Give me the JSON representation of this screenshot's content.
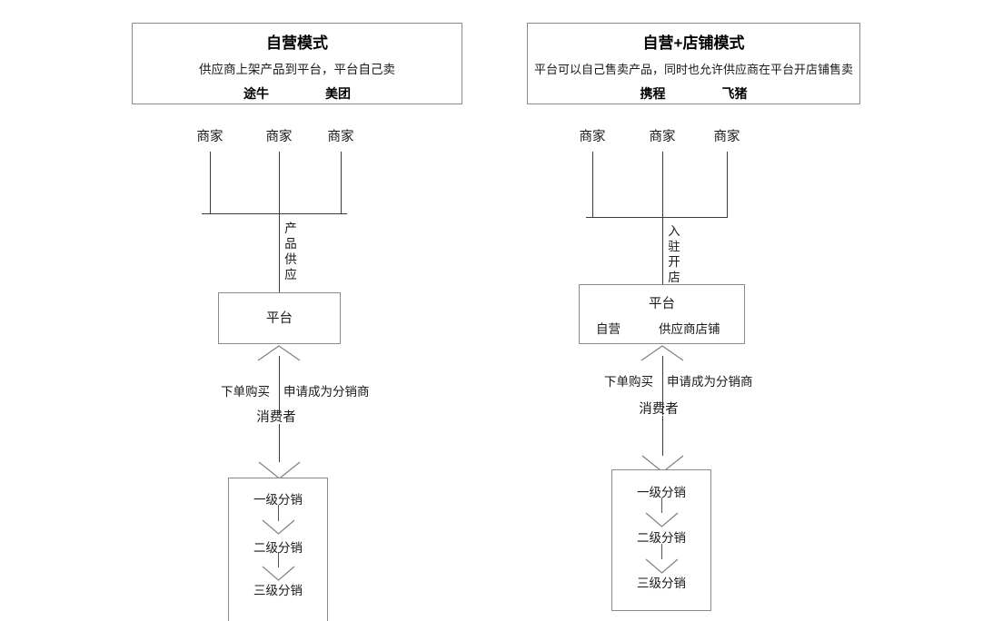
{
  "diagram": {
    "title_hidden": "电商模式对比流程图",
    "columns": [
      {
        "id": "self-operated",
        "header": {
          "title": "自营模式",
          "description": "供应商上架产品到平台，平台自己卖",
          "brands": [
            "途牛",
            "美团"
          ]
        },
        "merchants": [
          "商家",
          "商家",
          "商家"
        ],
        "merchant_flow_label": "产品供应",
        "platform": {
          "title": "平台",
          "subitems": []
        },
        "consumer_labels": {
          "left": "下单购买",
          "right": "申请成为分销商"
        },
        "consumer": "消费者",
        "distribution": [
          "一级分销",
          "二级分销",
          "三级分销"
        ]
      },
      {
        "id": "self-plus-shop",
        "header": {
          "title": "自营+店铺模式",
          "description": "平台可以自己售卖产品，同时也允许供应商在平台开店铺售卖",
          "brands": [
            "携程",
            "飞猪"
          ]
        },
        "merchants": [
          "商家",
          "商家",
          "商家"
        ],
        "merchant_flow_label": "入驻开店",
        "platform": {
          "title": "平台",
          "subitems": [
            "自营",
            "供应商店铺"
          ]
        },
        "consumer_labels": {
          "left": "下单购买",
          "right": "申请成为分销商"
        },
        "consumer": "消费者",
        "distribution": [
          "一级分销",
          "二级分销",
          "三级分销"
        ]
      }
    ],
    "colors": {
      "border": "#8a8a8a",
      "line": "#3a3a3a",
      "arrow": "#808080",
      "text": "#1a1a1a",
      "background": "#ffffff"
    }
  }
}
